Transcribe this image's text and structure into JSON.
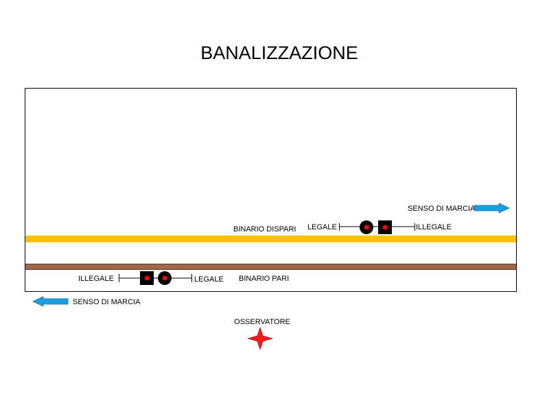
{
  "title": "BANALIZZAZIONE",
  "colors": {
    "track_dispari": "#ffc000",
    "track_pari": "#a0684a",
    "arrow": "#1b9ee0",
    "lamp": "#ff0000",
    "observer": "#ff1a1a"
  },
  "binario_dispari": {
    "label": "BINARIO DISPARI",
    "senso_label": "SENSO DI MARCIA",
    "legale_label": "LEGALE",
    "illegale_label": "ILLEGALE"
  },
  "binario_pari": {
    "label": "BINARIO PARI",
    "senso_label": "SENSO DI MARCIA",
    "legale_label": "LEGALE",
    "illegale_label": "ILLEGALE"
  },
  "observer": {
    "label": "OSSERVATORE",
    "icon": "star-icon"
  }
}
